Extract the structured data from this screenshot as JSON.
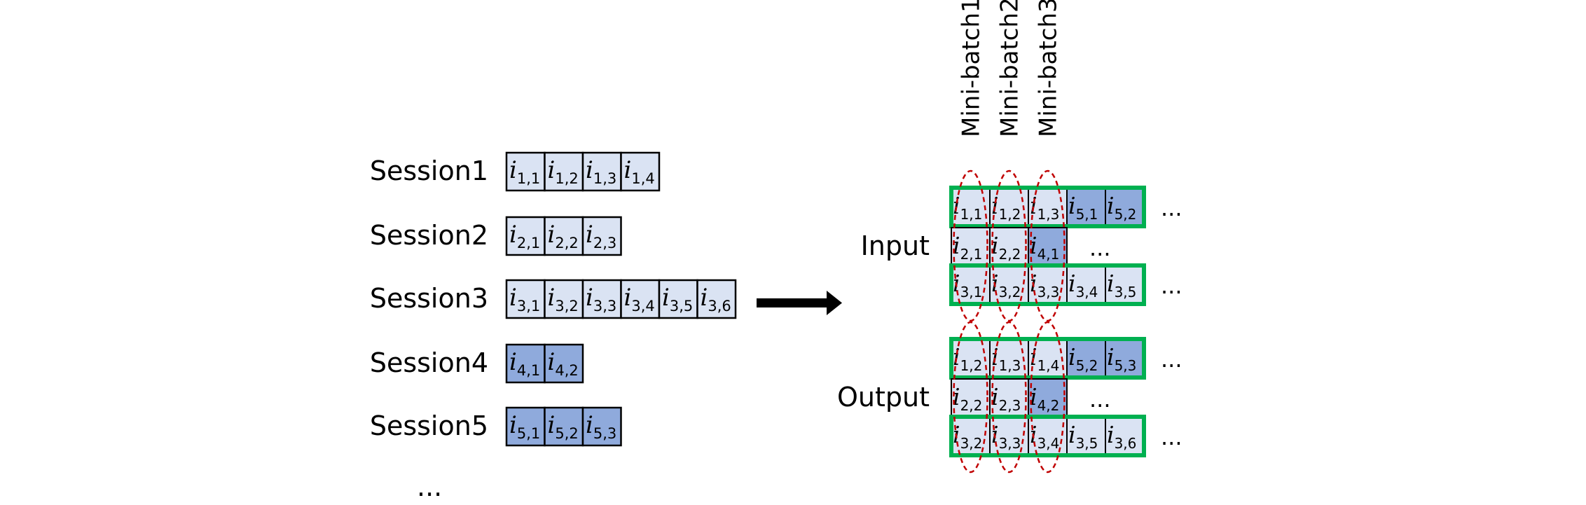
{
  "colors": {
    "cell_light": "#dae3f3",
    "cell_dark": "#8faadc",
    "cell_border": "#000000",
    "highlight_box": "#00b050",
    "ellipse": "#c00000",
    "arrow": "#000000"
  },
  "sessions": [
    {
      "label": "Session1",
      "dark": false,
      "items": [
        "1,1",
        "1,2",
        "1,3",
        "1,4"
      ]
    },
    {
      "label": "Session2",
      "dark": false,
      "items": [
        "2,1",
        "2,2",
        "2,3"
      ]
    },
    {
      "label": "Session3",
      "dark": false,
      "items": [
        "3,1",
        "3,2",
        "3,3",
        "3,4",
        "3,5",
        "3,6"
      ]
    },
    {
      "label": "Session4",
      "dark": true,
      "items": [
        "4,1",
        "4,2"
      ]
    },
    {
      "label": "Session5",
      "dark": true,
      "items": [
        "5,1",
        "5,2",
        "5,3"
      ]
    }
  ],
  "sessions_ellipsis": "...",
  "item_symbol": "i",
  "minibatch_labels": [
    "Mini-batch1",
    "Mini-batch2",
    "Mini-batch3"
  ],
  "input": {
    "label": "Input",
    "rows": [
      {
        "cells": [
          {
            "t": "1,1",
            "dark": false
          },
          {
            "t": "1,2",
            "dark": false
          },
          {
            "t": "1,3",
            "dark": false
          },
          {
            "t": "5,1",
            "dark": true
          },
          {
            "t": "5,2",
            "dark": true
          }
        ],
        "boxed": true,
        "ellipsis": "..."
      },
      {
        "cells": [
          {
            "t": "2,1",
            "dark": false
          },
          {
            "t": "2,2",
            "dark": false
          },
          {
            "t": "4,1",
            "dark": true
          }
        ],
        "boxed": false,
        "ellipsis": "..."
      },
      {
        "cells": [
          {
            "t": "3,1",
            "dark": false
          },
          {
            "t": "3,2",
            "dark": false
          },
          {
            "t": "3,3",
            "dark": false
          },
          {
            "t": "3,4",
            "dark": false
          },
          {
            "t": "3,5",
            "dark": false
          }
        ],
        "boxed": true,
        "ellipsis": "..."
      }
    ]
  },
  "output": {
    "label": "Output",
    "rows": [
      {
        "cells": [
          {
            "t": "1,2",
            "dark": false
          },
          {
            "t": "1,3",
            "dark": false
          },
          {
            "t": "1,4",
            "dark": false
          },
          {
            "t": "5,2",
            "dark": true
          },
          {
            "t": "5,3",
            "dark": true
          }
        ],
        "boxed": true,
        "ellipsis": "..."
      },
      {
        "cells": [
          {
            "t": "2,2",
            "dark": false
          },
          {
            "t": "2,3",
            "dark": false
          },
          {
            "t": "4,2",
            "dark": true
          }
        ],
        "boxed": false,
        "ellipsis": "..."
      },
      {
        "cells": [
          {
            "t": "3,2",
            "dark": false
          },
          {
            "t": "3,3",
            "dark": false
          },
          {
            "t": "3,4",
            "dark": false
          },
          {
            "t": "3,5",
            "dark": false
          },
          {
            "t": "3,6",
            "dark": false
          }
        ],
        "boxed": true,
        "ellipsis": "..."
      }
    ]
  }
}
